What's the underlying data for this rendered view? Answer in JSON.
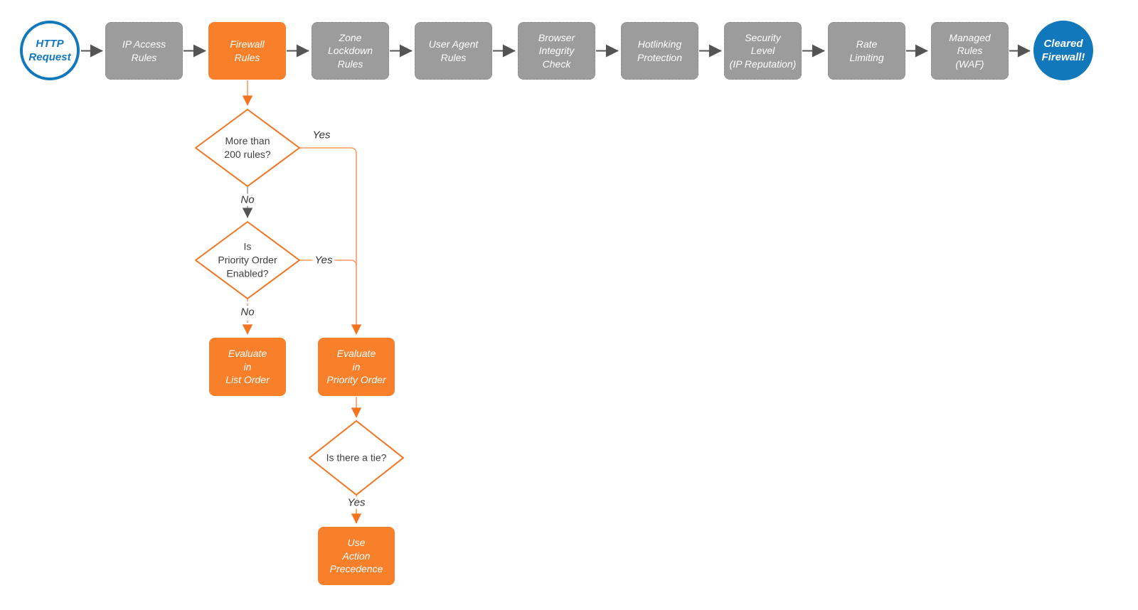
{
  "flow": {
    "start": {
      "label": "HTTP\nRequest"
    },
    "end": {
      "label": "Cleared\nFirewall!"
    },
    "pipeline": [
      {
        "id": "ip-access-rules",
        "label": "IP Access\nRules"
      },
      {
        "id": "firewall-rules",
        "label": "Firewall\nRules"
      },
      {
        "id": "zone-lockdown-rules",
        "label": "Zone\nLockdown\nRules"
      },
      {
        "id": "user-agent-rules",
        "label": "User Agent\nRules"
      },
      {
        "id": "browser-integrity-check",
        "label": "Browser\nIntegrity\nCheck"
      },
      {
        "id": "hotlinking-protection",
        "label": "Hotlinking\nProtection"
      },
      {
        "id": "security-level",
        "label": "Security\nLevel\n(IP Reputation)"
      },
      {
        "id": "rate-limiting",
        "label": "Rate\nLimiting"
      },
      {
        "id": "managed-rules-waf",
        "label": "Managed\nRules\n(WAF)"
      }
    ],
    "decisions": {
      "more_than_200": {
        "label": "More than\n200 rules?"
      },
      "priority_enabled": {
        "label": "Is\nPriority Order\nEnabled?"
      },
      "tie": {
        "label": "Is there a tie?"
      }
    },
    "actions": {
      "list_order": {
        "label": "Evaluate\nin\nList Order"
      },
      "priority_order": {
        "label": "Evaluate\nin\nPriority Order"
      },
      "action_precedence": {
        "label": "Use\nAction\nPrecedence"
      }
    },
    "edge_labels": {
      "yes1": "Yes",
      "no1": "No",
      "yes2": "Yes",
      "no2": "No",
      "yes3": "Yes"
    },
    "colors": {
      "orange_fill": "#F8802B",
      "orange_stroke": "#F4731F",
      "orange_line": "#F89A63",
      "gray_fill": "#9C9C9C",
      "gray_line": "#9B9B9B",
      "dark_arrow": "#545454",
      "blue": "#1278BC",
      "text_dark": "#3F3F3F"
    }
  }
}
